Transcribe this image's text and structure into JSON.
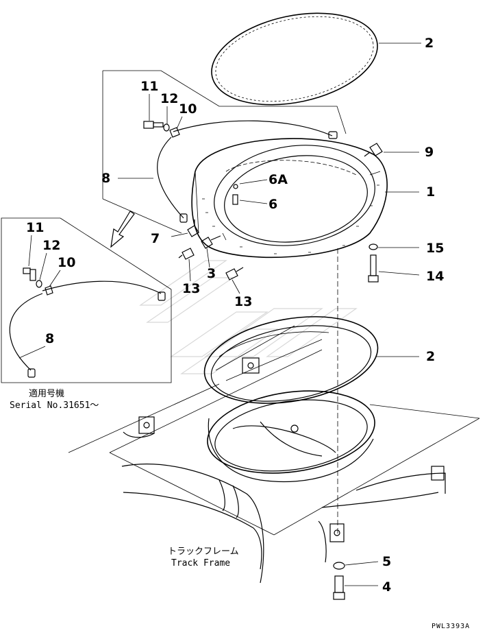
{
  "callouts": {
    "c2_top": "2",
    "c11_top": "11",
    "c12_top": "12",
    "c10_top": "10",
    "c9": "9",
    "c8_top": "8",
    "c6A": "6A",
    "c1": "1",
    "c6": "6",
    "c11_inset": "11",
    "c12_inset": "12",
    "c10_inset": "10",
    "c7": "7",
    "c15": "15",
    "c3": "3",
    "c14": "14",
    "c13_left": "13",
    "c13_right": "13",
    "c8_inset": "8",
    "c2_bottom": "2",
    "c5": "5",
    "c4": "4"
  },
  "inset_note": {
    "line1": "適用号機",
    "line2": "Serial No.31651～"
  },
  "track_frame": {
    "jp": "トラックフレーム",
    "en": "Track Frame"
  },
  "drawing_code": "PWL3393A"
}
